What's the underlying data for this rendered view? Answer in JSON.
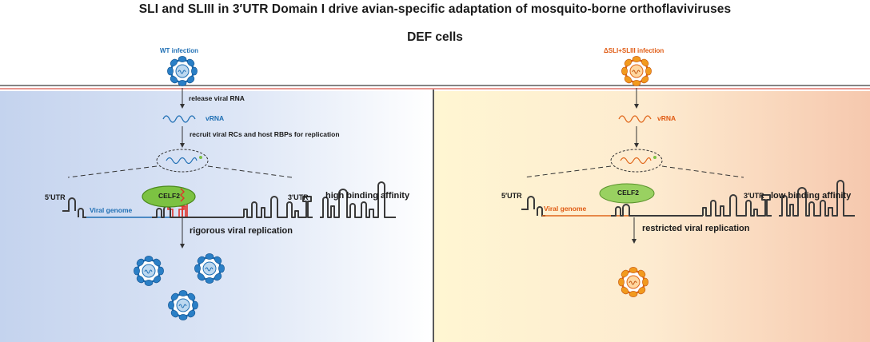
{
  "title": "SLI and SLIII in 3′UTR Domain I drive avian-specific adaptation of mosquito-borne orthoflaviviruses",
  "subtitle": "DEF cells",
  "left": {
    "infection_label": "WT infection",
    "release_label": "release viral RNA",
    "vrna_label": "vRNA",
    "recruit_label": "recruit viral RCs and host RBPs for replication",
    "utr5_label": "5′UTR",
    "utr3_label": "3′UTR",
    "genome_label": "Viral genome",
    "celf_label": "CELF2",
    "affinity_label": "high binding affinity",
    "outcome_label": "rigorous viral replication",
    "virion_count": 3
  },
  "right": {
    "infection_label": "ΔSLI+SLIII infection",
    "vrna_label": "vRNA",
    "utr5_label": "5′UTR",
    "utr3_label": "3′UTR",
    "genome_label": "Viral genome",
    "celf_label": "CELF2",
    "affinity_label": "low binding affinity",
    "outcome_label": "restricted viral replication",
    "virion_count": 1
  },
  "colors": {
    "wt_blue": "#1f6fb4",
    "mutant_orange": "#f08a1a",
    "celf_green": "#7cc242",
    "sl_red": "#e0322a",
    "left_panel_bg": "#c9d7ef",
    "right_panel_bg": "#fff3c9",
    "right_panel_edge": "#f7c9b0"
  }
}
